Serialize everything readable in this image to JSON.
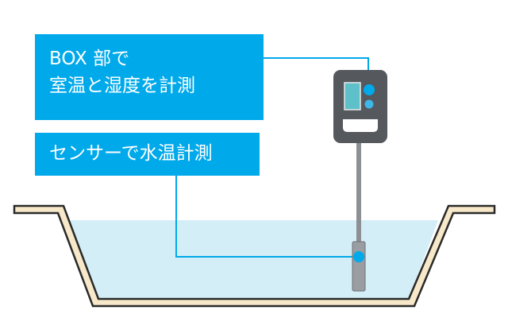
{
  "callouts": {
    "box": {
      "line1": "BOX 部で",
      "line2": "室温と湿度を計測"
    },
    "sensor": {
      "label": "センサーで水温計測"
    }
  },
  "colors": {
    "accent": "#00a9ea",
    "water": "#d4eef7",
    "basin_outline": "#2a2a2a",
    "basin_rim": "#f6e8c8",
    "device_body": "#55585d",
    "device_screen": "#5ec1c9",
    "probe": "#8c8f93"
  }
}
